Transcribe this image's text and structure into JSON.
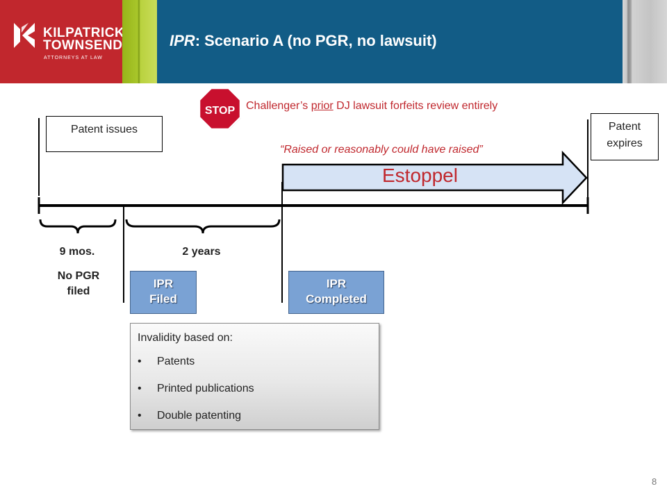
{
  "header": {
    "logo_line1": "KILPATRICK",
    "logo_line2": "TOWNSEND",
    "logo_tagline": "ATTORNEYS AT LAW",
    "title_italic": "IPR",
    "title_rest": ": Scenario A (no PGR, no lawsuit)"
  },
  "stop": {
    "sign_text": "STOP",
    "caption_before": "Challenger’s ",
    "caption_underlined": "prior",
    "caption_after": " DJ lawsuit forfeits review entirely"
  },
  "timeline": {
    "patent_issues": "Patent issues",
    "patent_expires_line1": "Patent",
    "patent_expires_line2": "expires",
    "estoppel_quote": "“Raised or reasonably could have raised”",
    "estoppel_label": "Estoppel",
    "nine_months": "9 mos.",
    "no_pgr_line1": "No PGR",
    "no_pgr_line2": "filed",
    "two_years": "2 years",
    "ipr_filed_line1": "IPR",
    "ipr_filed_line2": "Filed",
    "ipr_completed_line1": "IPR",
    "ipr_completed_line2": "Completed"
  },
  "invalidity": {
    "title": "Invalidity based on:",
    "items": [
      "Patents",
      "Printed publications",
      "Double patenting"
    ]
  },
  "page_number": "8",
  "colors": {
    "brand_red": "#c1272d",
    "header_blue": "#125c86",
    "accent_green": "#a8c62a",
    "estoppel_fill": "#d6e3f5",
    "button_blue": "#7aa2d4",
    "text_red": "#c0272d"
  }
}
